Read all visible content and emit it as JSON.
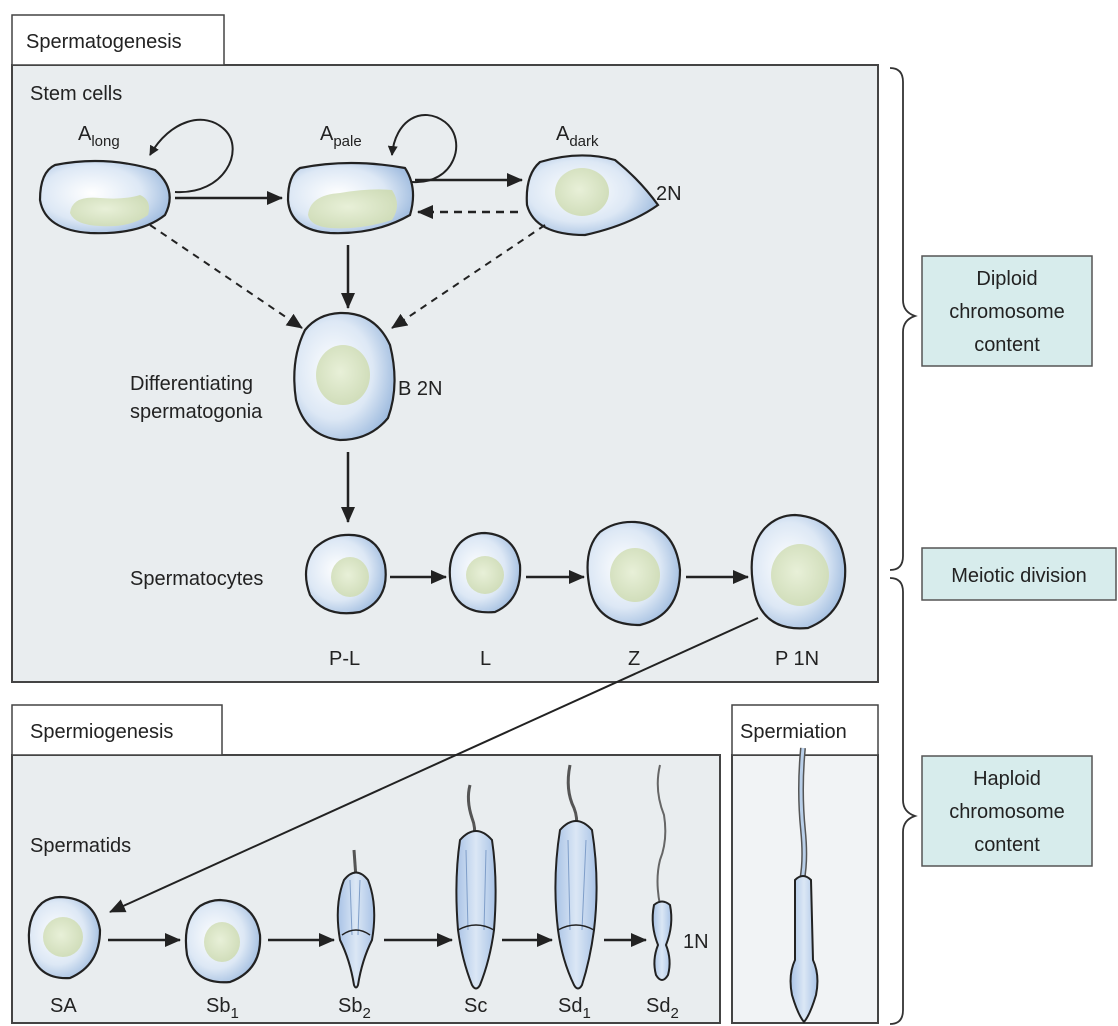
{
  "sections": {
    "spermatogenesis": "Spermatogenesis",
    "spermiogenesis": "Spermiogenesis",
    "spermiation": "Spermiation"
  },
  "labels": {
    "stem_cells": "Stem cells",
    "differentiating_1": "Differentiating",
    "differentiating_2": "spermatogonia",
    "spermatocytes": "Spermatocytes",
    "spermatids": "Spermatids"
  },
  "cells": {
    "a_long": {
      "base": "A",
      "sub": "long"
    },
    "a_pale": {
      "base": "A",
      "sub": "pale"
    },
    "a_dark": {
      "base": "A",
      "sub": "dark"
    },
    "a_dark_ploidy": "2N",
    "b": "B 2N",
    "pl": "P-L",
    "l": "L",
    "z": "Z",
    "p": "P 1N",
    "sa": "SA",
    "sb1": {
      "base": "Sb",
      "sub": "1"
    },
    "sb2": {
      "base": "Sb",
      "sub": "2"
    },
    "sc": "Sc",
    "sd1": {
      "base": "Sd",
      "sub": "1"
    },
    "sd2": {
      "base": "Sd",
      "sub": "2"
    },
    "spermatid_ploidy": "1N"
  },
  "side_labels": {
    "diploid": [
      "Diploid",
      "chromosome",
      "content"
    ],
    "meiotic": "Meiotic division",
    "haploid": [
      "Haploid",
      "chromosome",
      "content"
    ]
  },
  "colors": {
    "panel": "#e9edef",
    "cell_fill": "#b9cfe9",
    "nucleus": "#dfe9cc",
    "side_box": "#d7ecec"
  }
}
